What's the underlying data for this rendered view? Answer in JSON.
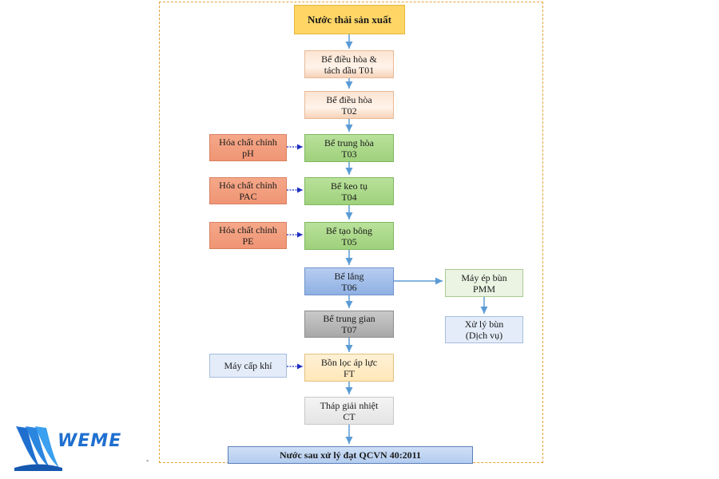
{
  "steps": {
    "source": "Nước thải sản xuất",
    "t01": "Bể điều hòa &\ntách dầu T01",
    "t02": "Bể điều hòa\nT02",
    "t03": "Bể trung hòa\nT03",
    "t04": "Bể keo tụ\nT04",
    "t05": "Bể tạo bông\nT05",
    "t06": "Bể lắng\nT06",
    "t07": "Bể trung gian\nT07",
    "ft": "Bồn lọc áp lực\nFT",
    "ct": "Tháp giải nhiệt\nCT",
    "output": "Nước sau xử lý đạt QCVN 40:2011"
  },
  "chemicals": {
    "ph": "Hóa chất chỉnh\npH",
    "pac": "Hóa chất chỉnh\nPAC",
    "pe": "Hóa chất chỉnh\nPE"
  },
  "side": {
    "pmm": "Máy ép bùn\nPMM",
    "sludge": "Xử lý bùn\n(Dịch vụ)",
    "air": "Máy cấp khí"
  },
  "colors": {
    "arrow_main": "#5b9bd5",
    "arrow_chem": "#1f2fbf",
    "frame": "#e8a33c"
  },
  "logo": {
    "text": "WEME",
    "icon": "weme-wave-icon"
  },
  "footnote": "-"
}
